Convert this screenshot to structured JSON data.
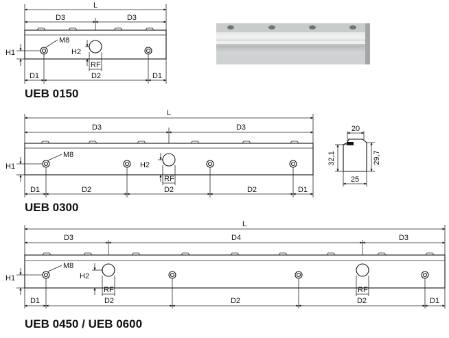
{
  "labels": {
    "L": "L",
    "D1": "D1",
    "D2": "D2",
    "D3": "D3",
    "D4": "D4",
    "H1": "H1",
    "H2": "H2",
    "RF": "RF",
    "M8": "M8"
  },
  "titles": {
    "ueb0150": "UEB 0150",
    "ueb0300": "UEB 0300",
    "ueb0450": "UEB 0450 / UEB 0600"
  },
  "profile": {
    "width": "25",
    "top": "20",
    "left_height": "32,1",
    "right_height": "29,7"
  },
  "colors": {
    "photo_light": "#e4e6e6",
    "photo_mid": "#b9bcbd",
    "photo_dark": "#8d9192"
  }
}
